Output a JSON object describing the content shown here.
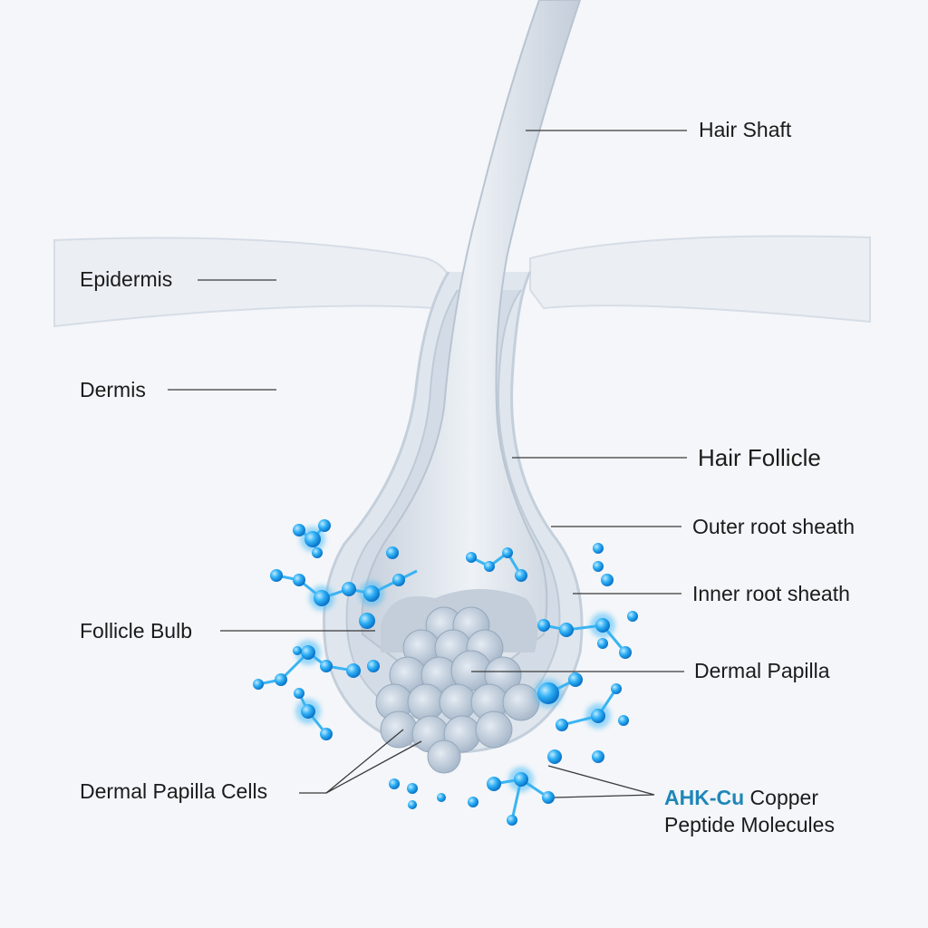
{
  "diagram": {
    "labels": {
      "hair_shaft": "Hair Shaft",
      "epidermis": "Epidermis",
      "dermis": "Dermis",
      "hair_follicle": "Hair Follicle",
      "outer_root_sheath": "Outer root sheath",
      "inner_root_sheath": "Inner root sheath",
      "follicle_bulb": "Follicle Bulb",
      "dermal_papilla": "Dermal Papilla",
      "dermal_papilla_cells": "Dermal Papilla Cells",
      "ahk_cu": "AHK-Cu",
      "copper": " Copper",
      "peptide_molecules": "Peptide Molecules"
    },
    "colors": {
      "background": "#f4f6f9",
      "structure": "#c9d3de",
      "accent": "#1f86b8",
      "molecule": "#2aa7ef"
    }
  }
}
